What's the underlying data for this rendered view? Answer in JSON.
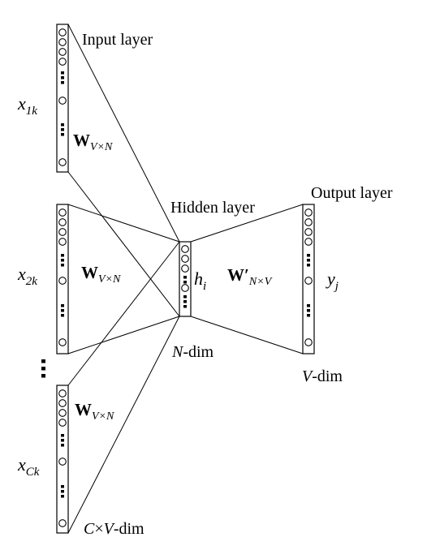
{
  "labels": {
    "input_layer": "Input layer",
    "hidden_layer": "Hidden layer",
    "output_layer": "Output layer",
    "x1_base": "x",
    "x1_sub": "1k",
    "x2_base": "x",
    "x2_sub": "2k",
    "xc_base": "x",
    "xc_sub": "Ck",
    "w_base": "W",
    "w_sub": "V×N",
    "w_prime_base": "W′",
    "w_prime_sub": "N×V",
    "h_base": "h",
    "h_sub": "i",
    "y_base": "y",
    "y_sub": "j",
    "n_dim_var": "N",
    "n_dim_rest": "-dim",
    "v_dim_var": "V",
    "v_dim_rest": "-dim",
    "cv_dim_c": "C",
    "cv_dim_times": "×",
    "cv_dim_v": "V",
    "cv_dim_rest": "-dim"
  }
}
